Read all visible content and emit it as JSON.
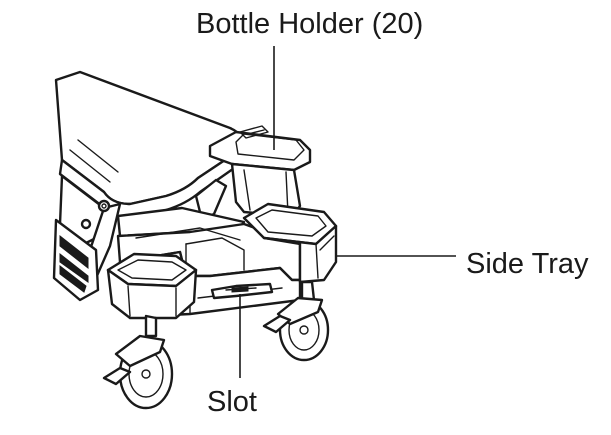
{
  "callouts": {
    "bottle_holder": "Bottle Holder (20)",
    "side_tray": "Side Tray",
    "slot": "Slot"
  }
}
